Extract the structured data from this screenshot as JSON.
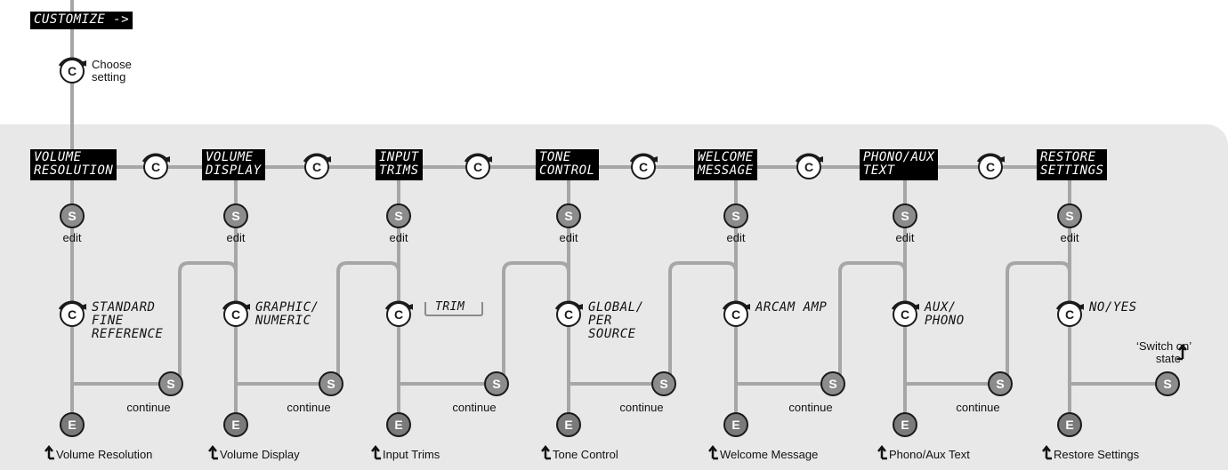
{
  "header": {
    "lcd": "CUSTOMIZE ->",
    "choose_label_1": "Choose",
    "choose_label_2": "setting"
  },
  "buttons": {
    "c": "C",
    "s": "S",
    "e": "E"
  },
  "labels": {
    "edit": "edit",
    "continue": "continue"
  },
  "settings": [
    {
      "lcd": [
        "VOLUME",
        "RESOLUTION"
      ],
      "options": [
        "STANDARD",
        "FINE",
        "REFERENCE"
      ],
      "exit": "Volume Resolution"
    },
    {
      "lcd": [
        "VOLUME",
        "DISPLAY"
      ],
      "options": [
        "GRAPHIC/",
        "NUMERIC"
      ],
      "exit": "Volume Display"
    },
    {
      "lcd": [
        "INPUT",
        "TRIMS"
      ],
      "options": [
        "TRIM"
      ],
      "exit": "Input Trims"
    },
    {
      "lcd": [
        "TONE",
        "CONTROL"
      ],
      "options": [
        "GLOBAL/",
        "PER",
        "SOURCE"
      ],
      "exit": "Tone Control"
    },
    {
      "lcd": [
        "WELCOME",
        "MESSAGE"
      ],
      "options": [
        "ARCAM AMP"
      ],
      "exit": "Welcome Message"
    },
    {
      "lcd": [
        "PHONO/AUX",
        "TEXT"
      ],
      "options": [
        "AUX/",
        "PHONO"
      ],
      "exit": "Phono/Aux Text"
    },
    {
      "lcd": [
        "RESTORE",
        "SETTINGS"
      ],
      "options": [
        "NO/YES"
      ],
      "exit": "Restore Settings"
    }
  ],
  "switch_on": [
    "‘Switch on’",
    "state"
  ],
  "colors": {
    "line": "#a6a6a6",
    "panel": "#e8e8e8",
    "lcd_bg": "#000000",
    "button_fill": "#8c8c8c",
    "e_fill": "#7a7a7a"
  }
}
